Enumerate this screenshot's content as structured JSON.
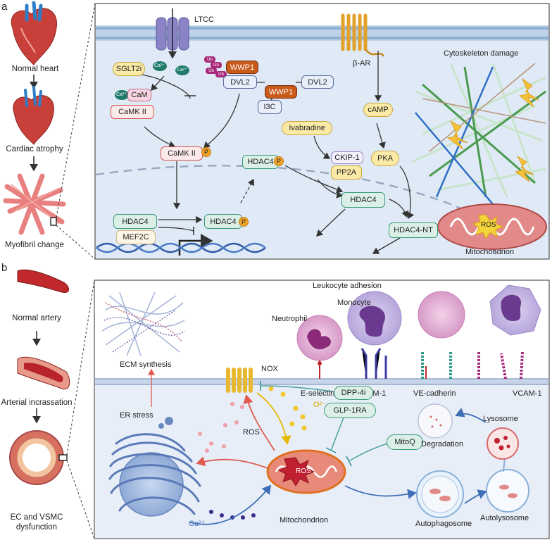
{
  "panel_a": {
    "letter": "a",
    "side": {
      "normal_heart": "Normal heart",
      "cardiac_atrophy": "Cardiac atrophy",
      "myofibril_change": "Myofibril change"
    },
    "ltcc": "LTCC",
    "beta_ar": "β-AR",
    "cytoskeleton": "Cytoskeleton damage",
    "mitochondrion": "Mitochondrion",
    "ros": "ROS",
    "sglt2i": "SGLT2i",
    "cam": "CaM",
    "camkii": "CaMK II",
    "camkii_p": "CaMK II",
    "p": "P",
    "wwp1_top": "WWP1",
    "dvl2_left": "DVL2",
    "wwp1_mid": "WWP1",
    "dvl2_right": "DVL2",
    "i3c": "I3C",
    "ivabradine": "Ivabradine",
    "camp": "cAMP",
    "pka": "PKA",
    "ckip1": "CKIP-1",
    "pp2a": "PP2A",
    "hdac4_p_up": "HDAC4",
    "hdac4_mid": "HDAC4",
    "hdac4_nt": "HDAC4-NT",
    "hdac4_left": "HDAC4",
    "mef2c": "MEF2C",
    "hdac4_p_low": "HDAC4",
    "ca2": "Ca²⁺",
    "ub": "Ub"
  },
  "panel_b": {
    "letter": "b",
    "side": {
      "normal_artery": "Normal artery",
      "arterial_incrassation": "Arterial incrassation",
      "ec_vsmc": "EC and VSMC dysfunction"
    },
    "leukocyte_adhesion": "Leukocyte adhesion",
    "neutrophil": "Neutrophil",
    "monocyte": "Monocyte",
    "ecm": "ECM synthesis",
    "nox": "NOX",
    "e_selectin": "E-selectin",
    "icam1": "ICAM-1",
    "ve_cadherin": "VE-cadherin",
    "vcam1": "VCAM-1",
    "dpp4i": "DPP-4i",
    "glp1ra": "GLP-1RA",
    "mitoq": "MitoQ",
    "er_stress": "ER stress",
    "ros": "ROS",
    "ros_mito": "ROS",
    "o2": "O²⁻",
    "ca2": "Ca²⁺",
    "mitochondrion": "Mitochondrion",
    "lysosome": "Lysosome",
    "degradation": "Degradation",
    "autophagosome": "Autophagosome",
    "autolysosome": "Autolysosome"
  },
  "colors": {
    "cell_bg": "#dde9f6",
    "membrane": "#7fa3c6",
    "yellow_box": "#fbe9a6",
    "red_border": "#d9534f",
    "green_border": "#3a9a7a",
    "green_fill": "#dcefe7",
    "orange": "#e07b2a",
    "ros_red": "#d64545"
  }
}
